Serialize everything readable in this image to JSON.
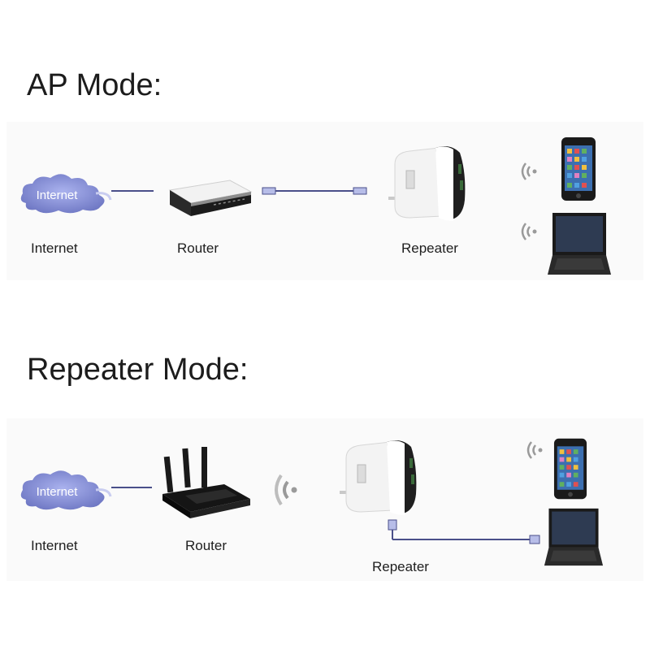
{
  "sections": {
    "ap": {
      "title": "AP Mode:",
      "internet_cloud_text": "Internet",
      "labels": {
        "internet": "Internet",
        "router": "Router",
        "repeater": "Repeater"
      }
    },
    "repeater": {
      "title": "Repeater Mode:",
      "internet_cloud_text": "Internet",
      "labels": {
        "internet": "Internet",
        "router": "Router",
        "repeater": "Repeater"
      }
    }
  },
  "icons": {
    "cloud": "internet-cloud-icon",
    "router_box": "router-box-icon",
    "router_antenna": "router-antenna-icon",
    "repeater": "repeater-plug-icon",
    "wifi": "wifi-signal-icon",
    "phone": "smartphone-icon",
    "laptop": "laptop-icon"
  },
  "colors": {
    "cloud": "#8c96d6",
    "cable": "#4a4f8a",
    "connector": "#b7bde8",
    "device_dark": "#1b1b1b"
  }
}
